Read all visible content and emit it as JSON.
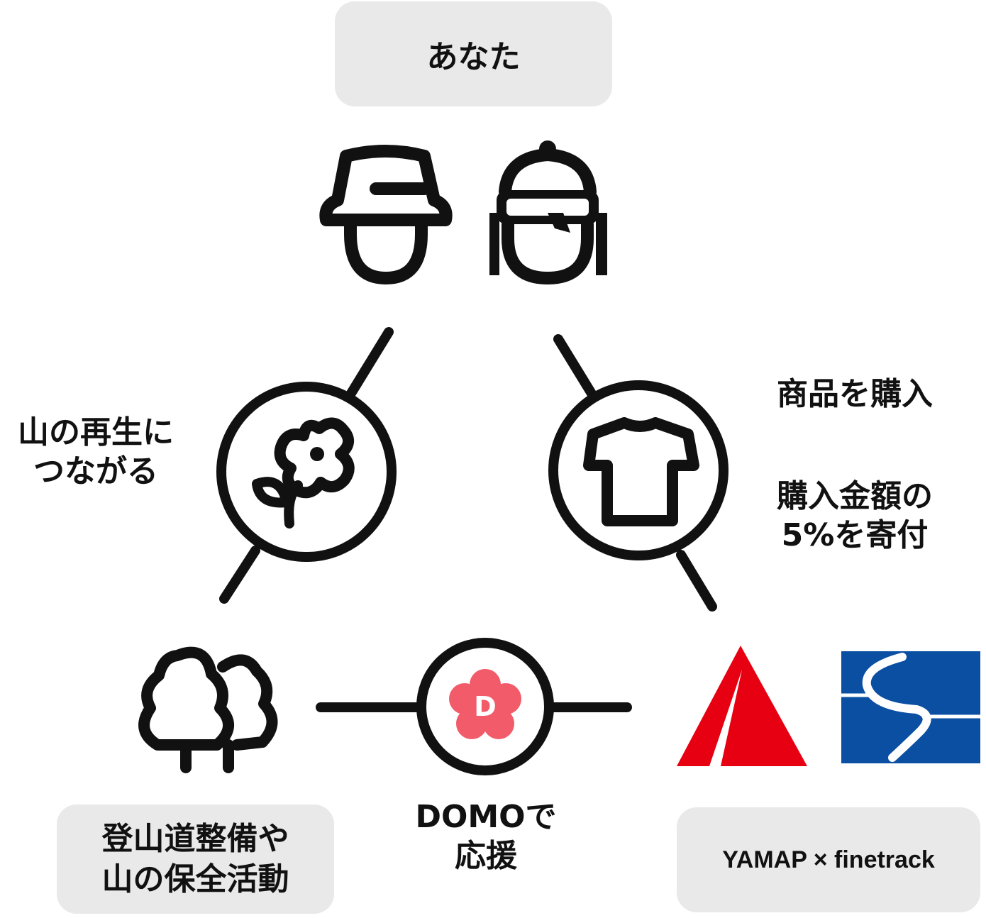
{
  "you": {
    "label": "あなた"
  },
  "regeneration": {
    "line1": "山の再生に",
    "line2": "つながる"
  },
  "purchase": {
    "label": "商品を購入"
  },
  "donation": {
    "line1": "購入金額の",
    "line2": "5%を寄付"
  },
  "domo": {
    "line1": "DOMOで",
    "line2": "応援",
    "badge": "D",
    "color": "#f25b6a"
  },
  "activities": {
    "line1": "登山道整備や",
    "line2": "山の保全活動"
  },
  "brands": {
    "label": "YAMAP × finetrack",
    "yamap_color": "#e60012",
    "finetrack_color": "#0a4fa2"
  }
}
